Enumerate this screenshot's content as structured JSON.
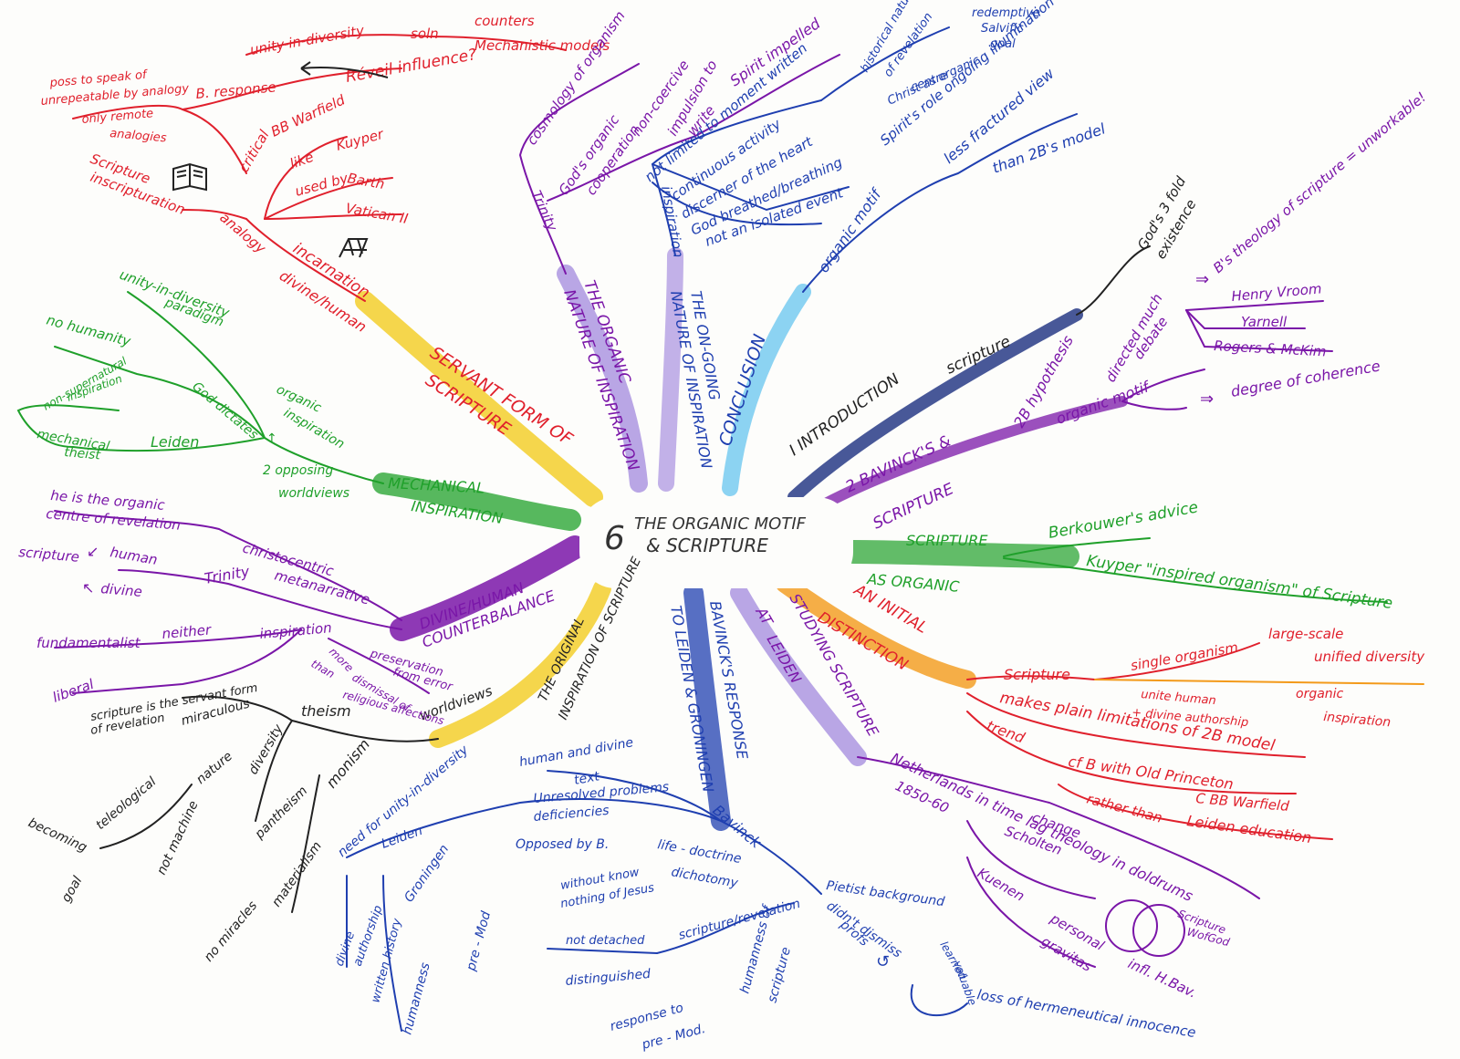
{
  "center": {
    "number": "6",
    "line1": "THE ORGANIC MOTIF",
    "line2": "& SCRIPTURE"
  },
  "colors": {
    "red": "#e0202c",
    "purple": "#7a16a8",
    "blue": "#1f3fb0",
    "navy": "#1a2e80",
    "green": "#1fa02a",
    "black": "#222222",
    "yellow": "#f2cc20",
    "orange": "#f39a1a",
    "lavender": "#a890e0",
    "skyblue": "#6fc8f0",
    "gold": "#f0c020"
  },
  "icons": {
    "book": "open-book-icon",
    "fist": "hand-icon"
  },
  "branches": {
    "conclusion": {
      "label": "CONCLUSION",
      "organic_motif": "organic motif",
      "less_fractured": "less fractured view",
      "than_2bs": "than 2B's model",
      "gods_3fold": "God's 3 fold",
      "existence": "existence"
    },
    "introduction": {
      "label": "I INTRODUCTION",
      "scripture": "scripture"
    },
    "bavinck": {
      "label1": "2 BAVINCK'S &",
      "label2": "SCRIPTURE",
      "hypothesis": "2B hypothesis",
      "directed_much": "directed much",
      "debate": "debate",
      "vroom": "Henry Vroom",
      "yarnell": "Yarnell",
      "rogers": "Rogers & McKim",
      "unworkable": "B's theology of scripture = unworkable!",
      "organic_motif": "organic motif",
      "coherence": "degree of coherence"
    },
    "organic": {
      "label1": "SCRIPTURE",
      "label2": "AS ORGANIC",
      "berkouwer": "Berkouwer's advice",
      "kuyper": "Kuyper \"inspired organism\" of Scripture"
    },
    "distinction": {
      "label1": "AN INITIAL",
      "label2": "DISTINCTION",
      "scripture": "Scripture",
      "single": "single organism",
      "large": "large-scale",
      "unified": "unified diversity",
      "unite": "unite human",
      "divine": "+ divine authorship",
      "organic": "organic",
      "inspiration": "inspiration",
      "makes": "makes plain limitations of 2B model",
      "trend": "trend",
      "cfb": "cf B with Old Princeton",
      "cbb": "C BB Warfield",
      "rather": "rather than",
      "leiden": "Leiden education"
    },
    "studying": {
      "label1": "AT",
      "label2": "LEIDEN",
      "label3": "STUDYING SCRIPTURE",
      "netherlands": "Netherlands in time lag theology in doldrums",
      "year": "1850-60",
      "change": "change",
      "scholten": "Scholten",
      "kuenen": "Kuenen",
      "personal": "personal",
      "gravitas": "gravitas",
      "infl": "infl. H.Bav.",
      "scripture": "Scripture",
      "wofgod": "WofGod"
    },
    "response": {
      "label1": "TO LEIDEN & GRONINGEN",
      "label2": "BAVINCK'S RESPONSE",
      "bavinck": "Bavinck",
      "pietist": "Pietist background",
      "didnt": "didn't dismiss",
      "profs": "profs",
      "learned": "learned",
      "valuable": "valuable",
      "loss": "loss of hermeneutical innocence",
      "human_divine": "human and divine",
      "text": "text",
      "unresolved": "Unresolved problems",
      "deficiencies": "deficiencies",
      "opposed": "Opposed by B.",
      "life": "life - doctrine",
      "dichotomy": "dichotomy",
      "without": "without know",
      "nothing": "nothing of Jesus",
      "not_detached": "not detached",
      "scripture_rev": "scripture/revelation",
      "distinguished": "distinguished",
      "humanness": "humanness of",
      "scripture": "scripture",
      "response_to": "response to",
      "pre_mod": "pre - Mod.",
      "need": "need for unity-in-diversity",
      "leiden": "Leiden",
      "groningen": "Groningen",
      "divine_auth": "divine",
      "authorship": "authorship",
      "written": "written history",
      "humanness2": "humanness",
      "premod2": "pre - Mod"
    },
    "original": {
      "label1": "THE ORIGINAL",
      "label2": "INSPIRATION OF SCRIPTURE",
      "worldviews": "worldviews",
      "theism": "theism",
      "monism": "monism",
      "servant1": "scripture is the servant form",
      "servant2": "of revelation",
      "miraculous": "miraculous",
      "diversity": "diversity",
      "nature": "nature",
      "teleological": "teleological",
      "not_machine": "not machine",
      "becoming": "becoming",
      "goal": "goal",
      "pantheism": "pantheism",
      "materialism": "materialism",
      "no_miracles": "no miracles"
    },
    "counterbalance": {
      "label1": "DIVINE/HUMAN",
      "label2": "COUNTERBALANCE",
      "christocentric": "christocentric",
      "metanarrative": "metanarrative",
      "he_is": "he is the organic",
      "centre": "centre of revelation",
      "human": "human",
      "divine": "divine",
      "trinity": "Trinity",
      "scripture": "scripture",
      "inspiration": "inspiration",
      "fundamentalist": "fundamentalist",
      "neither": "neither",
      "liberal": "liberal",
      "more": "more",
      "than": "than",
      "preservation": "preservation",
      "from_error": "from error",
      "dismissal": "dismissal of",
      "religious": "religious affections"
    },
    "mechanical": {
      "label1": "MECHANICAL",
      "label2": "INSPIRATION",
      "opposing": "2 opposing",
      "worldviews": "worldviews",
      "organic": "organic",
      "inspiration": "inspiration",
      "unity": "unity-in-diversity",
      "paradigm": "paradigm",
      "no_humanity": "no humanity",
      "god_dictates": "God dictates",
      "non_super": "non-supernatural",
      "inspiration2": "inspiration",
      "mechanical": "mechanical",
      "theist": "theist",
      "leiden": "Leiden"
    },
    "servant": {
      "label1": "SERVANT FORM OF",
      "label2": "SCRIPTURE",
      "incarnation": "incarnation",
      "divine_human": "divine/human",
      "analogy": "analogy",
      "scripture": "Scripture",
      "inscripturation": "inscripturation",
      "critical": "critical",
      "warfield": "BB Warfield",
      "like": "like",
      "kuyper": "Kuyper",
      "used_by": "used by",
      "barth": "Barth",
      "vatican": "Vatican II",
      "b_response": "B. response",
      "poss": "poss to speak of",
      "unrepeatable": "unrepeatable by analogy",
      "only_remote": "only remote",
      "analogies": "analogies",
      "reveil": "Réveil influence?",
      "unity": "unity-in-diversity",
      "soln": "soln",
      "counters": "counters",
      "mechanistic": "Mechanistic models"
    },
    "organic_nature": {
      "label1": "THE ORGANIC",
      "label2": "NATURE OF INSPIRATION",
      "trinity": "Trinity",
      "cosmology": "cosmology of organism",
      "gods_organic": "God's organic",
      "cooperation": "cooperation",
      "non_coercive": "non-coercive",
      "impulsion": "impulsion to",
      "write": "write",
      "spirit": "Spirit impelled"
    },
    "ongoing": {
      "label1": "THE ON-GOING",
      "label2": "NATURE OF INSPIRATION",
      "inspiration": "inspiration",
      "not_limited": "not limited to moment written",
      "continuous": "continuous activity",
      "discerner": "discerner of the heart",
      "breathed": "God breathed/breathing",
      "not_isolated": "not an isolated event",
      "historical": "historical nature",
      "of_revelation": "of revelation",
      "christ": "Christ as organic",
      "centre": "centre",
      "redemptive": "redemptive",
      "salvific": "Salvific",
      "goal": "goal",
      "spirits_role": "Spirit's role ongoing illumination"
    }
  }
}
